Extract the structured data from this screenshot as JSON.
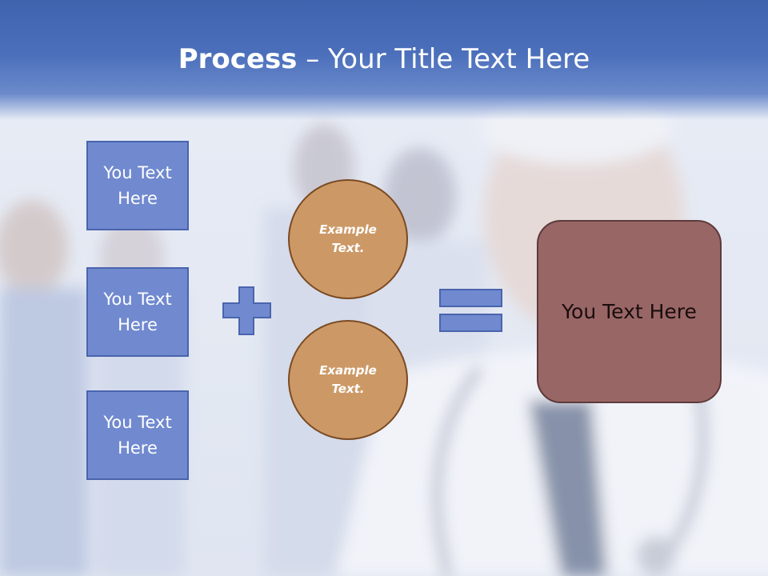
{
  "slide": {
    "title_bold": "Process",
    "title_rest": " – Your Title Text Here",
    "left_boxes": [
      {
        "label": "You Text Here"
      },
      {
        "label": "You Text Here"
      },
      {
        "label": "You Text Here"
      }
    ],
    "circles": [
      {
        "label": "Example Text."
      },
      {
        "label": "Example Text."
      }
    ],
    "result_box": {
      "label": "You Text Here"
    },
    "operators": {
      "plus": "plus-sign",
      "equals": "equals-sign"
    }
  },
  "colors": {
    "header_blue": "#4b6fbb",
    "box_blue": "#7089cf",
    "circle_orange": "#cc9966",
    "result_maroon": "#996666"
  }
}
